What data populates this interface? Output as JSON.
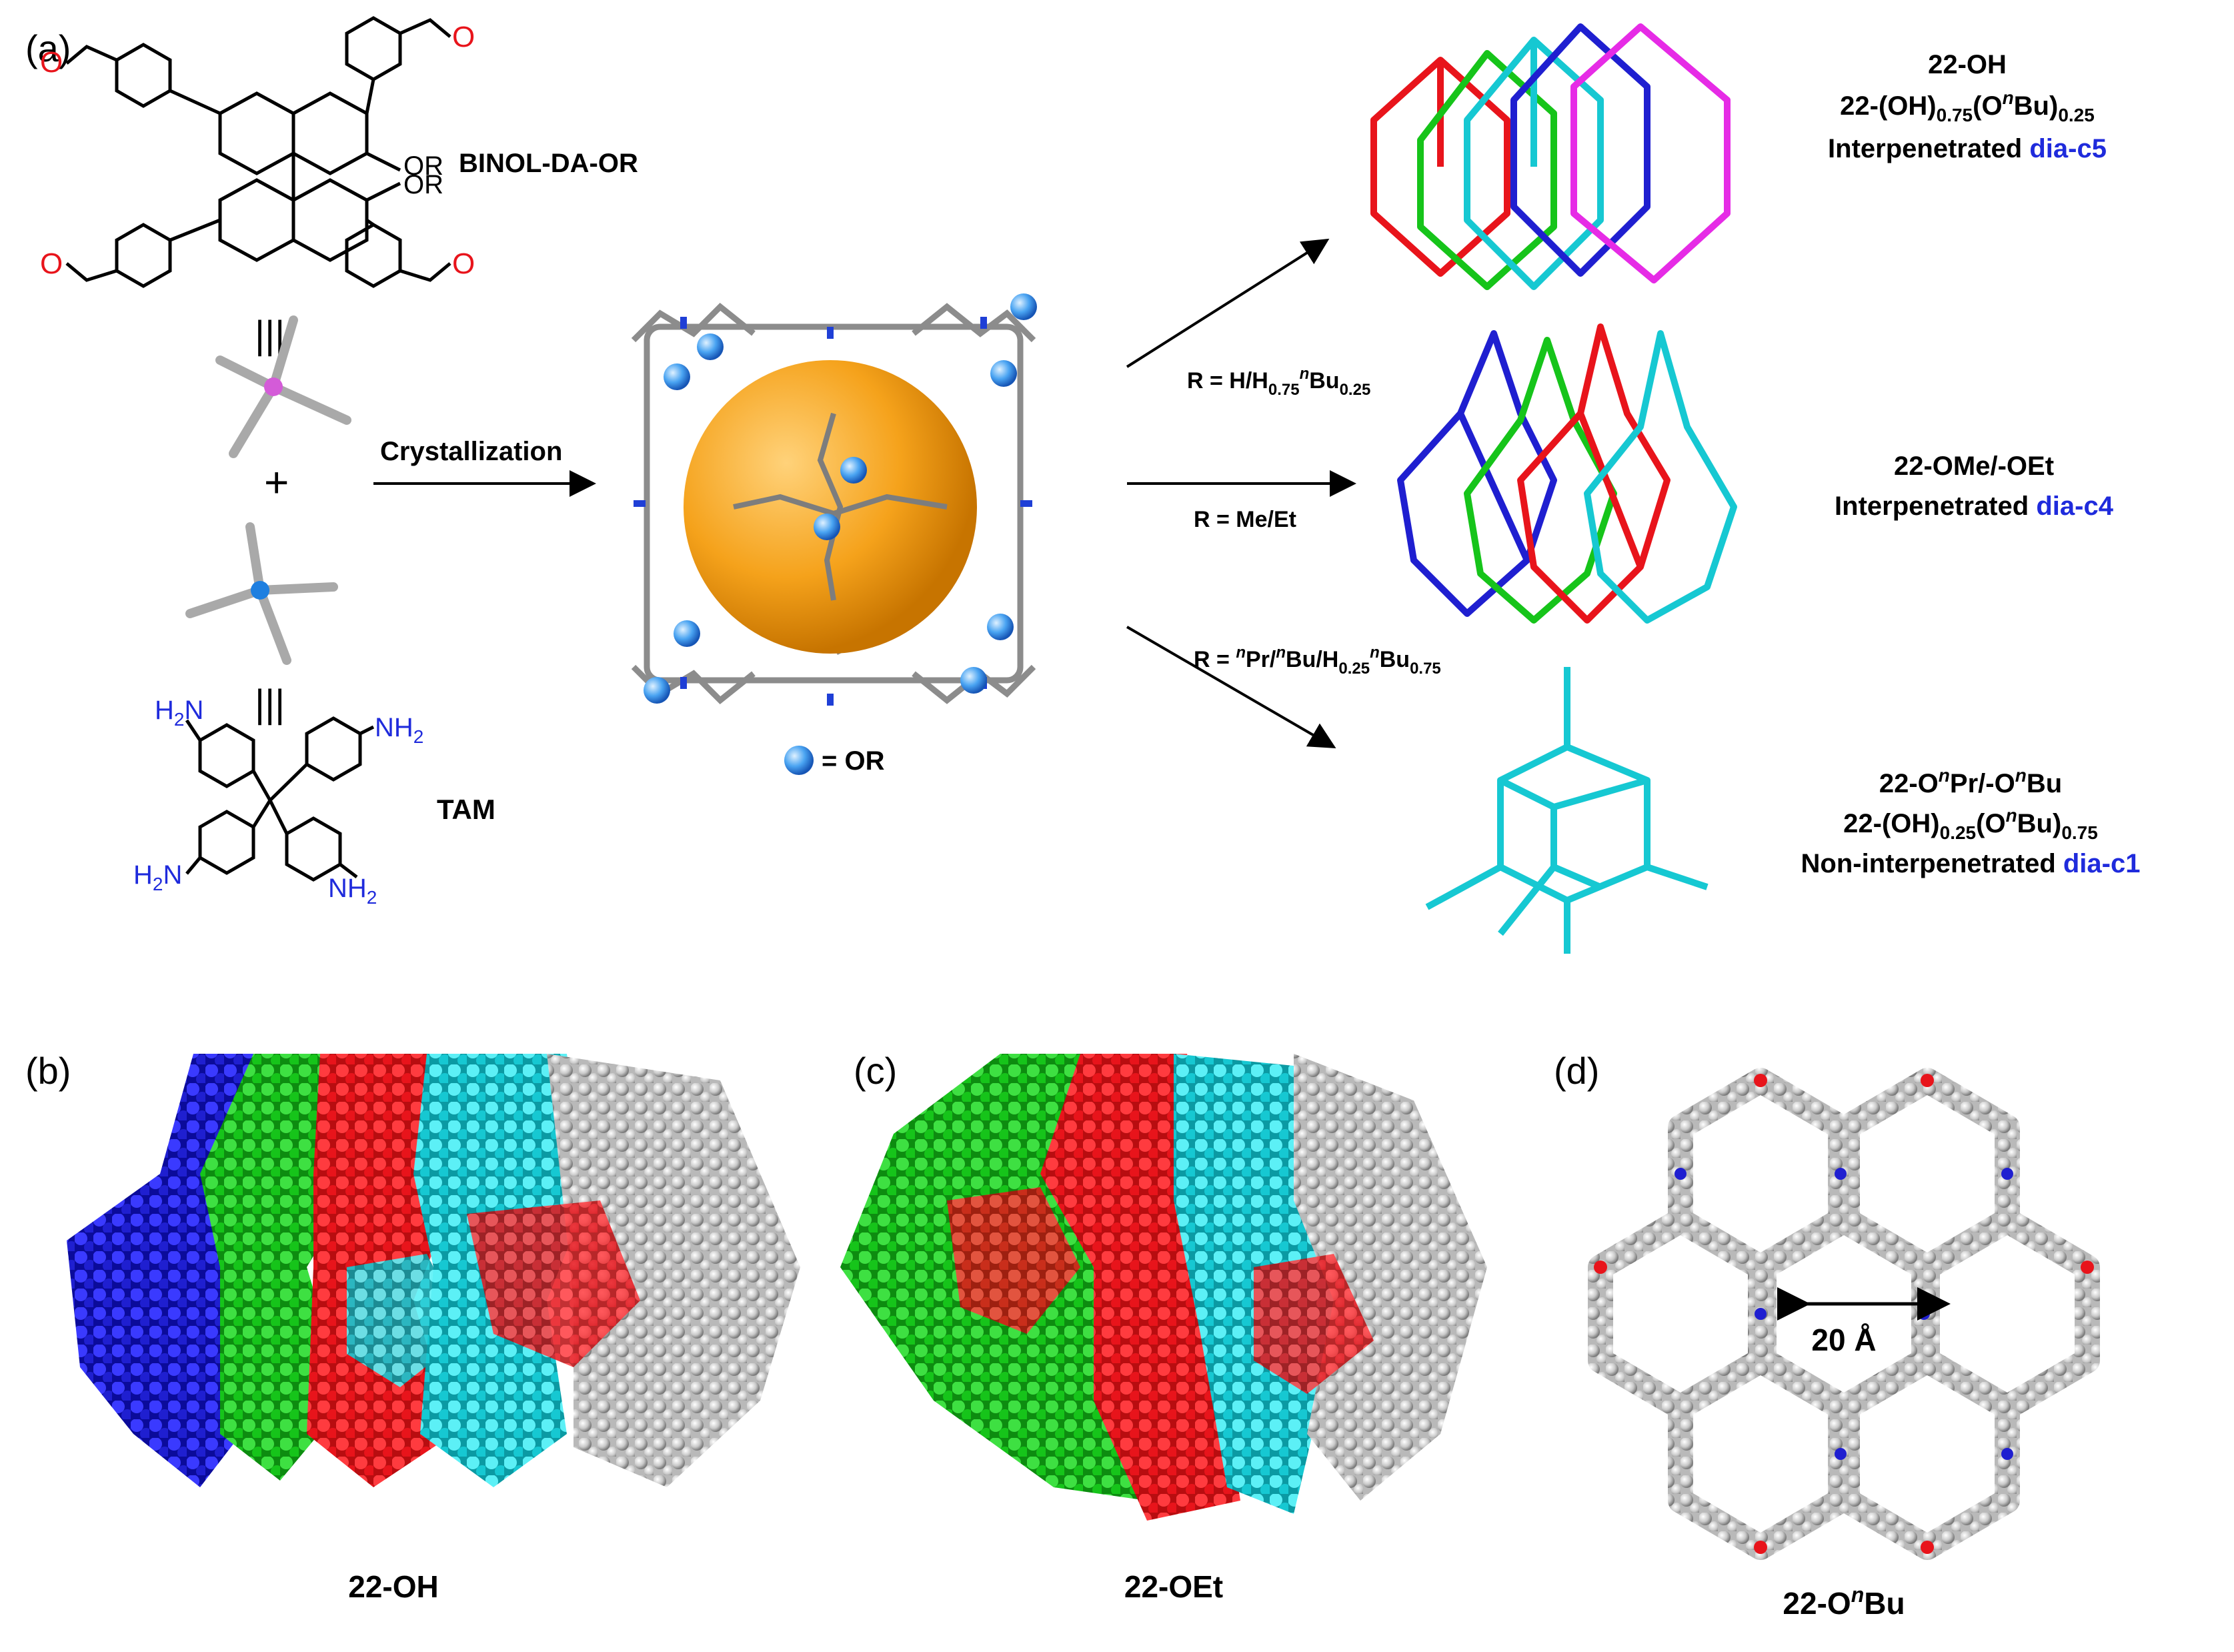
{
  "panels": {
    "a": "(a)",
    "b": "(b)",
    "c": "(c)",
    "d": "(d)"
  },
  "molecules": {
    "binol": "BINOL-DA-OR",
    "or_top": "OR",
    "or_bottom": "OR",
    "tam": "TAM",
    "nh2": "NH",
    "nh2_sub": "2",
    "h2n_h": "H",
    "h2n_sub": "2",
    "h2n_n": "N",
    "aldehyde_o": "O",
    "plus": "+",
    "triple_bar": "|||"
  },
  "process": {
    "crystallization": "Crystallization",
    "legend_or": "= OR"
  },
  "routes": {
    "r1_prefix": "R = H/H",
    "r1_sub1": "0.75",
    "r1_sup": "n",
    "r1_bu": "Bu",
    "r1_sub2": "0.25",
    "r2": "R = Me/Et",
    "r3_prefix": "R = ",
    "r3_sup1": "n",
    "r3_pr": "Pr/",
    "r3_sup2": "n",
    "r3_bu": "Bu/H",
    "r3_sub1": "0.25",
    "r3_sup3": "n",
    "r3_bu2": "Bu",
    "r3_sub2": "0.75"
  },
  "products": {
    "p1_line1": "22-OH",
    "p1_line2_a": "22-(OH)",
    "p1_line2_sub1": "0.75",
    "p1_line2_b": "(O",
    "p1_line2_sup": "n",
    "p1_line2_c": "Bu)",
    "p1_line2_sub2": "0.25",
    "p1_line3_a": "Interpenetrated ",
    "p1_line3_b": "dia-c5",
    "p2_line1": "22-OMe/-OEt",
    "p2_line2_a": "Interpenetrated ",
    "p2_line2_b": "dia-c4",
    "p3_line1_a": "22-O",
    "p3_line1_sup1": "n",
    "p3_line1_b": "Pr/-O",
    "p3_line1_sup2": "n",
    "p3_line1_c": "Bu",
    "p3_line2_a": "22-(OH)",
    "p3_line2_sub1": "0.25",
    "p3_line2_b": "(O",
    "p3_line2_sup": "n",
    "p3_line2_c": "Bu)",
    "p3_line2_sub2": "0.75",
    "p3_line3_a": "Non-interpenetrated ",
    "p3_line3_b": "dia-c1"
  },
  "captions": {
    "b": "22-OH",
    "c": "22-OEt",
    "d_a": "22-O",
    "d_sup": "n",
    "d_b": "Bu",
    "pore": "20 Å"
  },
  "colors": {
    "red": "#e8141b",
    "green": "#16c41a",
    "cyan": "#16c8d2",
    "blue": "#1f1fd0",
    "magenta": "#e62be6",
    "grey": "#bdbdbd",
    "orange": "#f5a21b",
    "label_blue": "#1f2bdc"
  }
}
